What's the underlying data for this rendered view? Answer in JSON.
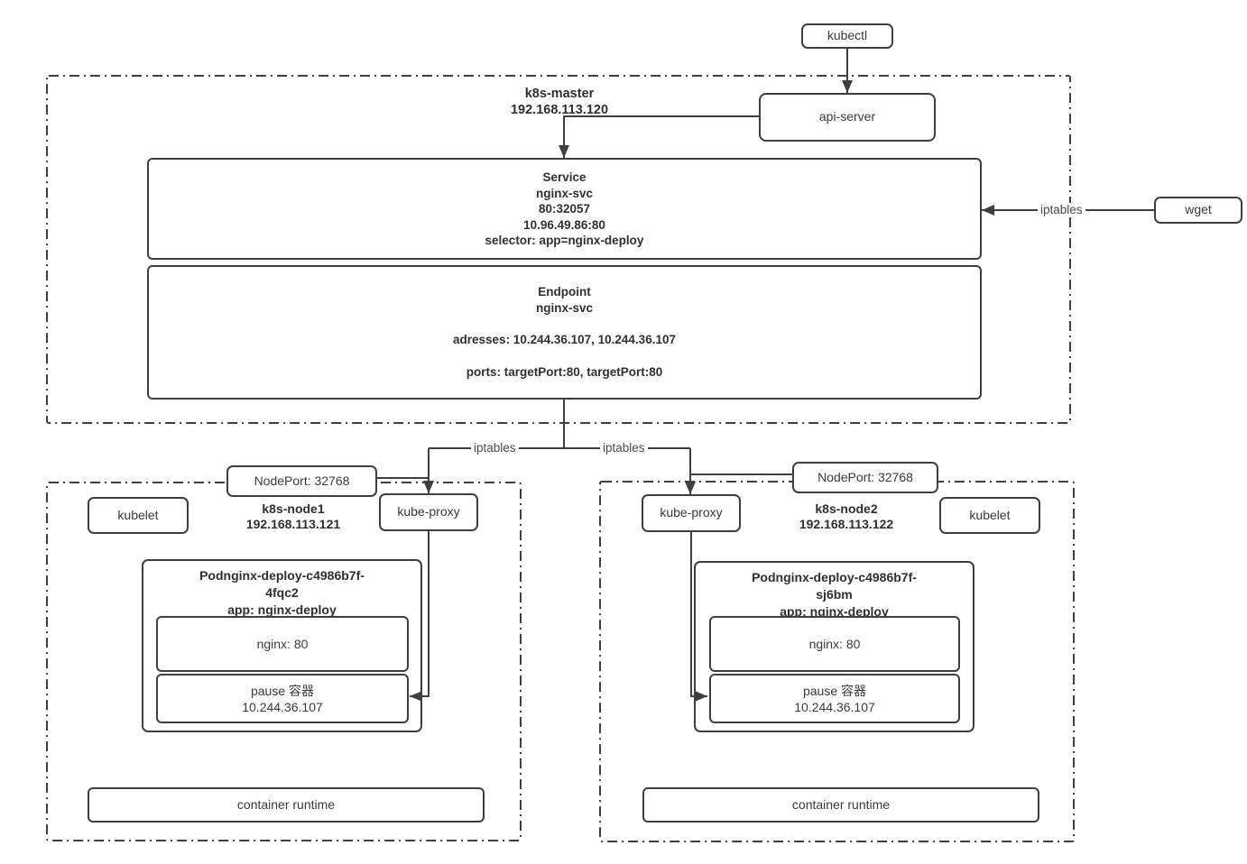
{
  "diagram": {
    "kubectl_label": "kubectl",
    "api_server_label": "api-server",
    "wget_label": "wget",
    "labels": {
      "iptables_wget": "iptables",
      "iptables_node1": "iptables",
      "iptables_node2": "iptables"
    },
    "master": {
      "name": "k8s-master",
      "ip": "192.168.113.120",
      "service": {
        "title": "Service",
        "name": "nginx-svc",
        "port_mapping": "80:32057",
        "cluster_ip": "10.96.49.86:80",
        "selector": "selector: app=nginx-deploy"
      },
      "endpoint": {
        "title": "Endpoint",
        "name": "nginx-svc",
        "addresses": "adresses: 10.244.36.107, 10.244.36.107",
        "ports": "ports: targetPort:80, targetPort:80"
      }
    },
    "node1": {
      "name": "k8s-node1",
      "ip": "192.168.113.121",
      "nodeport": "NodePort: 32768",
      "kubelet": "kubelet",
      "kube_proxy": "kube-proxy",
      "pod": {
        "title1": "Podnginx-deploy-c4986b7f-",
        "title2": "4fqc2",
        "title3": "app: nginx-deploy",
        "nginx": "nginx: 80",
        "pause": "pause 容器",
        "pause_ip": "10.244.36.107"
      },
      "runtime": "container runtime"
    },
    "node2": {
      "name": "k8s-node2",
      "ip": "192.168.113.122",
      "nodeport": "NodePort: 32768",
      "kubelet": "kubelet",
      "kube_proxy": "kube-proxy",
      "pod": {
        "title1": "Podnginx-deploy-c4986b7f-",
        "title2": "sj6bm",
        "title3": "app: nginx-deploy",
        "nginx": "nginx: 80",
        "pause": "pause 容器",
        "pause_ip": "10.244.36.107"
      },
      "runtime": "container runtime"
    },
    "colors": {
      "stroke": "#3f3f3f",
      "text": "#333333",
      "background": "#ffffff"
    }
  }
}
